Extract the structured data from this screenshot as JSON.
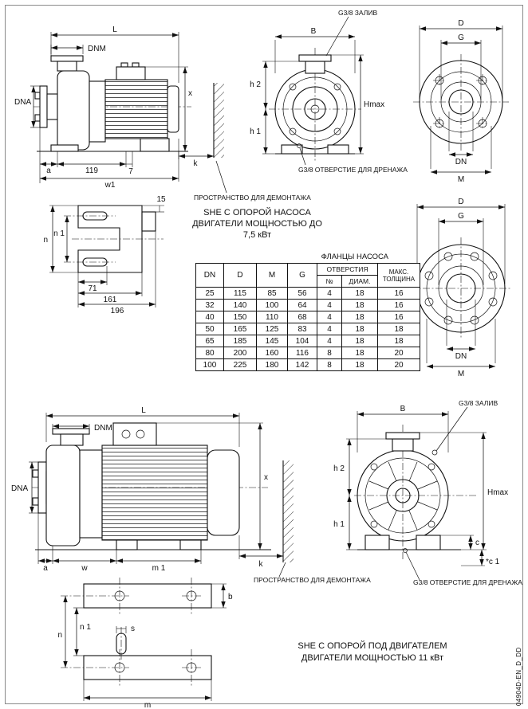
{
  "page": {
    "doc_code": "04904D-EN_D_DD"
  },
  "titles": {
    "pump_support_line1": "SHE С ОПОРОЙ НАСОСА",
    "pump_support_line2": "ДВИГАТЕЛИ МОЩНОСТЬЮ ДО",
    "pump_support_line3": "7,5 кВт",
    "motor_support_line1": "SHE С ОПОРОЙ ПОД ДВИГАТЕЛЕМ",
    "motor_support_line2": "ДВИГАТЕЛИ МОЩНОСТЬЮ 11 кВт"
  },
  "labels": {
    "dismantling_top": "ПРОСТРАНСТВО ДЛЯ ДЕМОНТАЖА",
    "dismantling_bottom": "ПРОСТРАНСТВО ДЛЯ ДЕМОНТАЖА",
    "fill_top": "G3/8 ЗАЛИВ",
    "fill_bottom": "G3/8 ЗАЛИВ",
    "drain_top": "G3/8 ОТВЕРСТИЕ ДЛЯ ДРЕНАЖА",
    "drain_bottom": "G3/8 ОТВЕРСТИЕ ДЛЯ ДРЕНАЖА"
  },
  "dims_small_pump": {
    "L": "L",
    "DNM": "DNM",
    "DNA": "DNA",
    "x": "x",
    "k": "k",
    "a": "a",
    "d119": "119",
    "d7": "7",
    "w1": "w1"
  },
  "dims_small_front": {
    "B": "B",
    "h2": "h 2",
    "h1": "h 1",
    "Hmax": "Hmax"
  },
  "flange_4h": {
    "D": "D",
    "G": "G",
    "DN": "DN",
    "M": "M"
  },
  "dims_bracket": {
    "d15": "15",
    "n": "n",
    "n1": "n 1",
    "d71": "71",
    "d161": "161",
    "d196": "196"
  },
  "flange_8h": {
    "D": "D",
    "G": "G",
    "DN": "DN",
    "M": "M"
  },
  "dims_big_pump": {
    "L": "L",
    "DNM": "DNM",
    "DNA": "DNA",
    "x": "x",
    "k": "k",
    "a": "a",
    "w": "w",
    "m1": "m 1",
    "b": "b",
    "n": "n",
    "n1": "n 1",
    "s": "s",
    "m": "m"
  },
  "dims_big_front": {
    "B": "B",
    "h2": "h 2",
    "h1": "h 1",
    "Hmax": "Hmax",
    "c": "c",
    "c1": "*c 1"
  },
  "flange_table": {
    "title": "ФЛАНЦЫ НАСОСА",
    "col_dn": "DN",
    "col_d": "D",
    "col_m": "M",
    "col_g": "G",
    "holes_group": "ОТВЕРСТИЯ",
    "col_count": "№",
    "col_diam": "ДИАМ.",
    "col_max_line1": "МАКС.",
    "col_max_line2": "ТОЛЩИНА",
    "rows": [
      [
        "25",
        "115",
        "85",
        "56",
        "4",
        "18",
        "16"
      ],
      [
        "32",
        "140",
        "100",
        "64",
        "4",
        "18",
        "16"
      ],
      [
        "40",
        "150",
        "110",
        "68",
        "4",
        "18",
        "16"
      ],
      [
        "50",
        "165",
        "125",
        "83",
        "4",
        "18",
        "18"
      ],
      [
        "65",
        "185",
        "145",
        "104",
        "4",
        "18",
        "18"
      ],
      [
        "80",
        "200",
        "160",
        "116",
        "8",
        "18",
        "20"
      ],
      [
        "100",
        "225",
        "180",
        "142",
        "8",
        "18",
        "20"
      ]
    ]
  }
}
